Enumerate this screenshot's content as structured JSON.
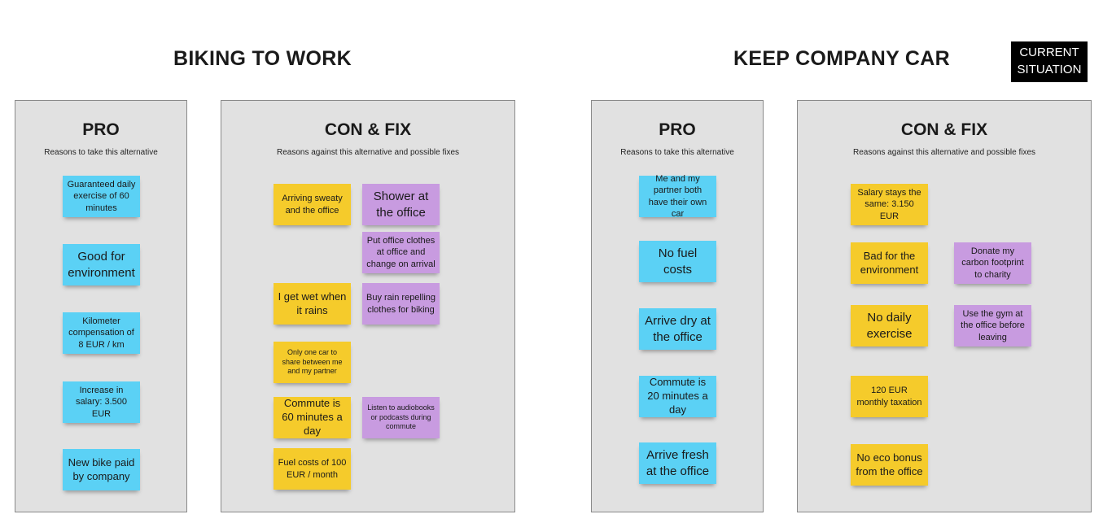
{
  "sections": {
    "biking": {
      "title": "BIKING TO WORK"
    },
    "car": {
      "title": "KEEP COMPANY CAR",
      "tag": "CURRENT SITUATION"
    }
  },
  "panels": {
    "biking_pro": {
      "title": "PRO",
      "subtitle": "Reasons to take this alternative",
      "notes": [
        "Guaranteed daily exercise of 60 minutes",
        "Good for environment",
        "Kilometer compensation of 8 EUR / km",
        "Increase in salary: 3.500 EUR",
        "New bike paid by company"
      ]
    },
    "biking_con": {
      "title": "CON & FIX",
      "subtitle": "Reasons against this alternative and possible fixes",
      "cons": [
        "Arriving sweaty and the office",
        "I get wet when it rains",
        "Only one car to share between me and my partner",
        "Commute is 60 minutes a day",
        "Fuel costs of 100 EUR / month"
      ],
      "fixes": [
        "Shower at the office",
        "Put office clothes at office and change on arrival",
        "Buy rain repelling clothes for biking",
        "Listen to audiobooks or podcasts during commute"
      ]
    },
    "car_pro": {
      "title": "PRO",
      "subtitle": "Reasons to take this alternative",
      "notes": [
        "Me and my partner both have their own car",
        "No fuel costs",
        "Arrive dry at the office",
        "Commute is 20 minutes a day",
        "Arrive fresh at the office"
      ]
    },
    "car_con": {
      "title": "CON & FIX",
      "subtitle": "Reasons against this alternative and possible fixes",
      "cons": [
        "Salary stays the same: 3.150 EUR",
        "Bad for the environment",
        "No daily exercise",
        "120 EUR monthly taxation",
        "No eco bonus from the office"
      ],
      "fixes": [
        "Donate my carbon footprint to charity",
        "Use the gym at the office before leaving"
      ]
    }
  },
  "colors": {
    "pro_note": "#5bd1f5",
    "con_note": "#f5cb2b",
    "fix_note": "#c89be0",
    "panel": "#e1e1e1",
    "tag_bg": "#000000"
  }
}
